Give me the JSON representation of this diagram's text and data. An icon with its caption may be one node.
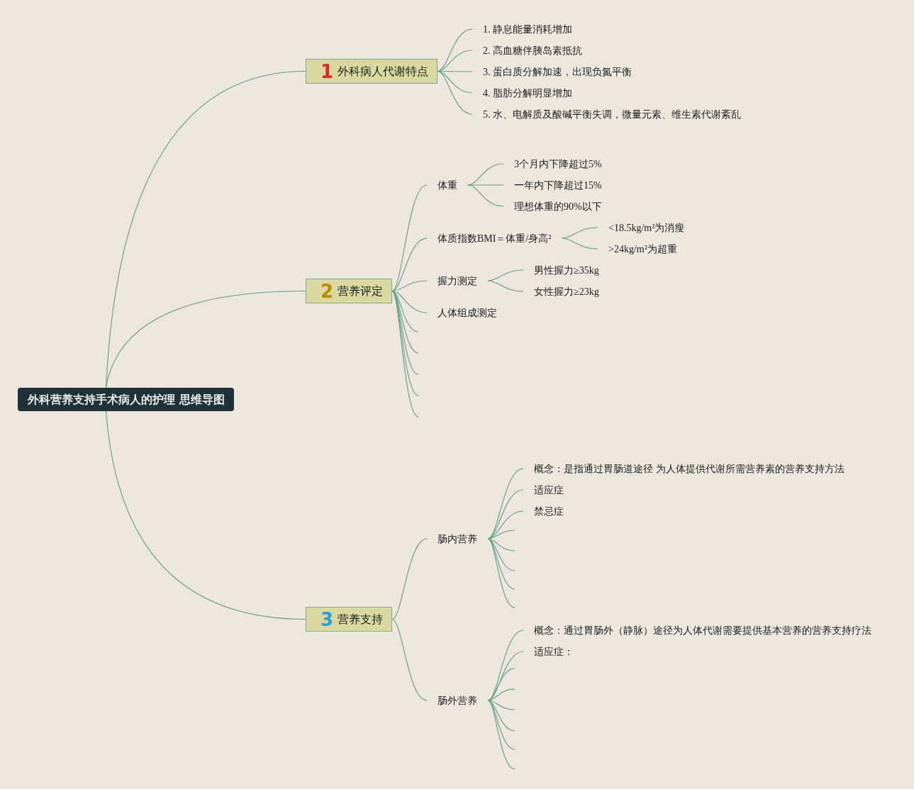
{
  "diagram": {
    "nodes": [
      {
        "text": [
          "外科营养支持手术病人的护理 思维导图"
        ]
      },
      {
        "text": [
          "1",
          "外科病人代谢特点"
        ]
      },
      {
        "text": [
          "1. 静息能量消耗增加"
        ]
      },
      {
        "text": [
          "2. 高血糖伴胰岛素抵抗"
        ]
      },
      {
        "text": [
          "3. 蛋白质分解加速，出现负氮平衡"
        ]
      },
      {
        "text": [
          "4. 脂肪分解明显增加"
        ]
      },
      {
        "text": [
          "5. 水、电解质及酸碱平衡失调，微量元素、维生素代谢紊乱"
        ]
      },
      {
        "text": [
          "2",
          "营养评定"
        ]
      },
      {
        "text": [
          "体重"
        ]
      },
      {
        "text": [
          "3个月内下降超过5%"
        ]
      },
      {
        "text": [
          "一年内下降超过15%"
        ]
      },
      {
        "text": [
          "理想体重的90%以下"
        ]
      },
      {
        "text": [
          "体质指数BMI＝体重/身高²"
        ]
      },
      {
        "text": [
          "<18.5kg/m²为消瘦"
        ]
      },
      {
        "text": [
          ">24kg/m²为超重"
        ]
      },
      {
        "text": [
          "握力测定"
        ]
      },
      {
        "text": [
          "男性握力≥35kg"
        ]
      },
      {
        "text": [
          "女性握力≥23kg"
        ]
      },
      {
        "text": [
          "人体组成测定"
        ]
      },
      {
        "text": [
          "3",
          "营养支持"
        ]
      },
      {
        "text": [
          "肠内营养"
        ]
      },
      {
        "text": [
          "概念：是指通过胃肠道途径 为人体提供代谢所需营养素的营养支持方法"
        ]
      },
      {
        "text": [
          "适应症"
        ]
      },
      {
        "text": [
          "禁忌症"
        ]
      },
      {
        "text": [
          "肠外营养"
        ]
      },
      {
        "text": [
          "概念：通过胃肠外（静脉）途径为人体代谢需要提供基本营养的营养支持疗法"
        ]
      },
      {
        "text": [
          "适应症："
        ]
      }
    ],
    "edges": [
      {
        "from": 0,
        "to": 1,
        "arrow": "none"
      },
      {
        "from": 0,
        "to": 7,
        "arrow": "none"
      },
      {
        "from": 0,
        "to": 19,
        "arrow": "none"
      },
      {
        "from": 1,
        "to": 2,
        "arrow": "none"
      },
      {
        "from": 1,
        "to": 3,
        "arrow": "none"
      },
      {
        "from": 1,
        "to": 4,
        "arrow": "none"
      },
      {
        "from": 1,
        "to": 5,
        "arrow": "none"
      },
      {
        "from": 1,
        "to": 6,
        "arrow": "none"
      },
      {
        "from": 7,
        "to": 8,
        "arrow": "none"
      },
      {
        "from": 7,
        "to": 12,
        "arrow": "none"
      },
      {
        "from": 7,
        "to": 15,
        "arrow": "none"
      },
      {
        "from": 7,
        "to": 18,
        "arrow": "none"
      },
      {
        "from": 7,
        "to": null,
        "arrow": "none"
      },
      {
        "from": 7,
        "to": null,
        "arrow": "none"
      },
      {
        "from": 7,
        "to": null,
        "arrow": "none"
      },
      {
        "from": 7,
        "to": null,
        "arrow": "none"
      },
      {
        "from": 7,
        "to": null,
        "arrow": "none"
      },
      {
        "from": 8,
        "to": 9,
        "arrow": "none"
      },
      {
        "from": 8,
        "to": 10,
        "arrow": "none"
      },
      {
        "from": 8,
        "to": 11,
        "arrow": "none"
      },
      {
        "from": 12,
        "to": 13,
        "arrow": "none"
      },
      {
        "from": 12,
        "to": 14,
        "arrow": "none"
      },
      {
        "from": 15,
        "to": 16,
        "arrow": "none"
      },
      {
        "from": 15,
        "to": 17,
        "arrow": "none"
      },
      {
        "from": 19,
        "to": 20,
        "arrow": "none"
      },
      {
        "from": 19,
        "to": 24,
        "arrow": "none"
      },
      {
        "from": 20,
        "to": 21,
        "arrow": "none"
      },
      {
        "from": 20,
        "to": 22,
        "arrow": "none"
      },
      {
        "from": 20,
        "to": 23,
        "arrow": "none"
      },
      {
        "from": 20,
        "to": null,
        "arrow": "none"
      },
      {
        "from": 20,
        "to": null,
        "arrow": "none"
      },
      {
        "from": 20,
        "to": null,
        "arrow": "none"
      },
      {
        "from": 20,
        "to": null,
        "arrow": "none"
      },
      {
        "from": 20,
        "to": null,
        "arrow": "none"
      },
      {
        "from": 24,
        "to": 25,
        "arrow": "none"
      },
      {
        "from": 24,
        "to": 26,
        "arrow": "none"
      },
      {
        "from": 24,
        "to": null,
        "arrow": "none"
      },
      {
        "from": 24,
        "to": null,
        "arrow": "none"
      },
      {
        "from": 24,
        "to": null,
        "arrow": "none"
      },
      {
        "from": 24,
        "to": null,
        "arrow": "none"
      },
      {
        "from": 24,
        "to": null,
        "arrow": "none"
      },
      {
        "from": 24,
        "to": null,
        "arrow": "none"
      }
    ]
  }
}
